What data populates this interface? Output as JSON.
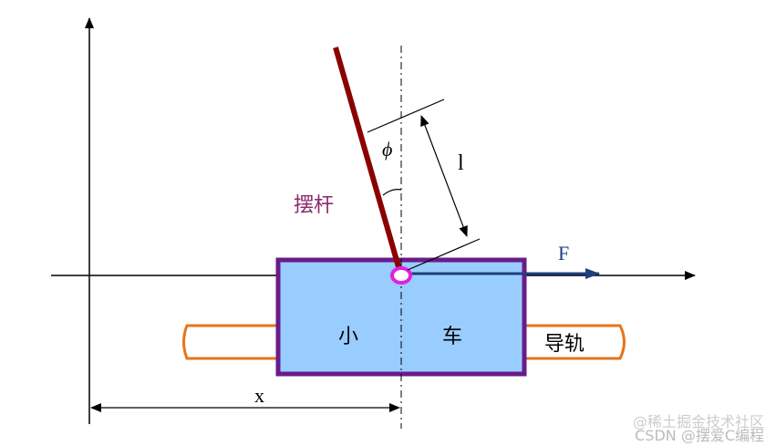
{
  "labels": {
    "phi": "ϕ",
    "length": "l",
    "rod": "摆杆",
    "force": "F",
    "cart_left": "小",
    "cart_right": "车",
    "rail": "导轨",
    "position": "x"
  },
  "watermark": {
    "line1": "@稀土掘金技术社区",
    "line2": "CSDN @摆爱C编程"
  },
  "colors": {
    "rod": "#8b0000",
    "cart_fill": "#99ccff",
    "cart_border": "#6a1b8a",
    "rail": "#e8731a",
    "force_arrow": "#1f3f7f",
    "pivot": "#e020e0",
    "rod_label": "#8b2a70",
    "axes": "#000000"
  }
}
